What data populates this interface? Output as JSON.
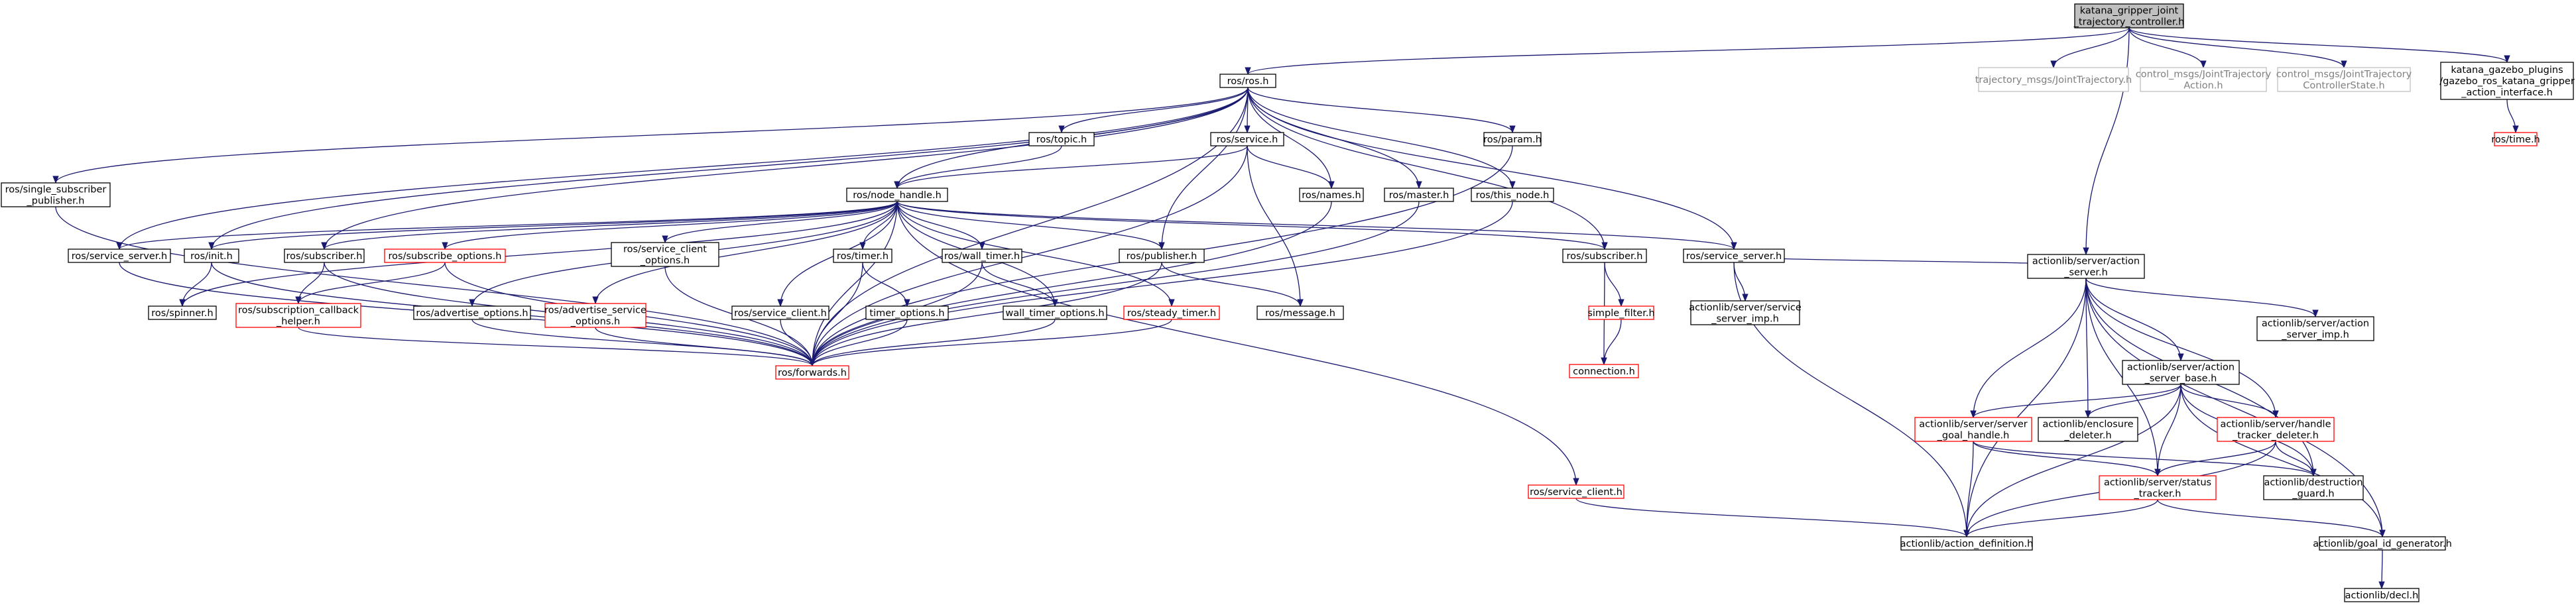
{
  "nodes": {
    "n0": {
      "lines": [
        "katana_gripper_joint",
        "_trajectory_controller.h"
      ],
      "style": "root"
    },
    "n1": {
      "lines": [
        "ros/ros.h"
      ],
      "style": "black"
    },
    "n2": {
      "lines": [
        "trajectory_msgs/JointTrajectory.h"
      ],
      "style": "gray"
    },
    "n3": {
      "lines": [
        "control_msgs/JointTrajectory",
        "Action.h"
      ],
      "style": "gray"
    },
    "n4": {
      "lines": [
        "control_msgs/JointTrajectory",
        "ControllerState.h"
      ],
      "style": "gray"
    },
    "n5": {
      "lines": [
        "katana_gazebo_plugins",
        "/gazebo_ros_katana_gripper",
        "_action_interface.h"
      ],
      "style": "black"
    },
    "n6": {
      "lines": [
        "ros/time.h"
      ],
      "style": "red"
    },
    "n7": {
      "lines": [
        "ros/single_subscriber",
        "_publisher.h"
      ],
      "style": "black"
    },
    "n8": {
      "lines": [
        "ros/topic.h"
      ],
      "style": "black"
    },
    "n9": {
      "lines": [
        "ros/service.h"
      ],
      "style": "black"
    },
    "n10": {
      "lines": [
        "ros/param.h"
      ],
      "style": "black"
    },
    "n11": {
      "lines": [
        "ros/node_handle.h"
      ],
      "style": "black"
    },
    "n12": {
      "lines": [
        "ros/names.h"
      ],
      "style": "black"
    },
    "n13": {
      "lines": [
        "ros/master.h"
      ],
      "style": "black"
    },
    "n14": {
      "lines": [
        "ros/this_node.h"
      ],
      "style": "black"
    },
    "n15": {
      "lines": [
        "ros/service_server.h"
      ],
      "style": "black"
    },
    "n16": {
      "lines": [
        "ros/init.h"
      ],
      "style": "black"
    },
    "n17": {
      "lines": [
        "ros/subscriber.h"
      ],
      "style": "black"
    },
    "n18": {
      "lines": [
        "ros/subscribe_options.h"
      ],
      "style": "red"
    },
    "n19": {
      "lines": [
        "ros/service_client",
        "_options.h"
      ],
      "style": "black"
    },
    "n20": {
      "lines": [
        "ros/timer.h"
      ],
      "style": "black"
    },
    "n21": {
      "lines": [
        "ros/wall_timer.h"
      ],
      "style": "black"
    },
    "n22": {
      "lines": [
        "ros/publisher.h"
      ],
      "style": "black"
    },
    "n23": {
      "lines": [
        "ros/subscriber.h"
      ],
      "style": "black"
    },
    "n24": {
      "lines": [
        "ros/service_server.h"
      ],
      "style": "black"
    },
    "n25": {
      "lines": [
        "ros/spinner.h"
      ],
      "style": "black"
    },
    "n26": {
      "lines": [
        "ros/subscription_callback",
        "_helper.h"
      ],
      "style": "red"
    },
    "n27": {
      "lines": [
        "ros/advertise_options.h"
      ],
      "style": "black"
    },
    "n28": {
      "lines": [
        "ros/advertise_service",
        "_options.h"
      ],
      "style": "red"
    },
    "n29": {
      "lines": [
        "ros/service_client.h"
      ],
      "style": "black"
    },
    "n30": {
      "lines": [
        "timer_options.h"
      ],
      "style": "black"
    },
    "n31": {
      "lines": [
        "wall_timer_options.h"
      ],
      "style": "black"
    },
    "n32": {
      "lines": [
        "ros/steady_timer.h"
      ],
      "style": "red"
    },
    "n33": {
      "lines": [
        "ros/message.h"
      ],
      "style": "black"
    },
    "n34": {
      "lines": [
        "simple_filter.h"
      ],
      "style": "red"
    },
    "n35": {
      "lines": [
        "actionlib/server/service",
        "_server_imp.h"
      ],
      "style": "black"
    },
    "n36": {
      "lines": [
        "ros/forwards.h"
      ],
      "style": "red"
    },
    "n37": {
      "lines": [
        "connection.h"
      ],
      "style": "red"
    },
    "n38": {
      "lines": [
        "actionlib/server/action",
        "_server.h"
      ],
      "style": "black"
    },
    "n39": {
      "lines": [
        "actionlib/server/action",
        "_server_base.h"
      ],
      "style": "black"
    },
    "n40": {
      "lines": [
        "actionlib/server/action",
        "_server_imp.h"
      ],
      "style": "black"
    },
    "n41": {
      "lines": [
        "actionlib/server/server",
        "_goal_handle.h"
      ],
      "style": "red"
    },
    "n42": {
      "lines": [
        "actionlib/enclosure",
        "_deleter.h"
      ],
      "style": "black"
    },
    "n43": {
      "lines": [
        "actionlib/server/handle",
        "_tracker_deleter.h"
      ],
      "style": "red"
    },
    "n44": {
      "lines": [
        "actionlib/server/status",
        "_tracker.h"
      ],
      "style": "red"
    },
    "n45": {
      "lines": [
        "actionlib/destruction",
        "_guard.h"
      ],
      "style": "black"
    },
    "n46": {
      "lines": [
        "ros/service_client.h"
      ],
      "style": "red"
    },
    "n47": {
      "lines": [
        "actionlib/action_definition.h"
      ],
      "style": "black"
    },
    "n48": {
      "lines": [
        "actionlib/goal_id_generator.h"
      ],
      "style": "black"
    },
    "n49": {
      "lines": [
        "actionlib/decl.h"
      ],
      "style": "black"
    }
  },
  "edges": [
    [
      "n0",
      "n1"
    ],
    [
      "n0",
      "n2"
    ],
    [
      "n0",
      "n3"
    ],
    [
      "n0",
      "n4"
    ],
    [
      "n0",
      "n5"
    ],
    [
      "n0",
      "n38"
    ],
    [
      "n5",
      "n6"
    ],
    [
      "n1",
      "n7"
    ],
    [
      "n1",
      "n8"
    ],
    [
      "n1",
      "n9"
    ],
    [
      "n1",
      "n10"
    ],
    [
      "n1",
      "n11"
    ],
    [
      "n1",
      "n12"
    ],
    [
      "n1",
      "n13"
    ],
    [
      "n1",
      "n14"
    ],
    [
      "n1",
      "n15"
    ],
    [
      "n1",
      "n16"
    ],
    [
      "n1",
      "n17"
    ],
    [
      "n1",
      "n22"
    ],
    [
      "n1",
      "n23"
    ],
    [
      "n1",
      "n24"
    ],
    [
      "n1",
      "n36"
    ],
    [
      "n7",
      "n36"
    ],
    [
      "n8",
      "n11"
    ],
    [
      "n9",
      "n11"
    ],
    [
      "n9",
      "n12"
    ],
    [
      "n9",
      "n33"
    ],
    [
      "n9",
      "n36"
    ],
    [
      "n10",
      "n36"
    ],
    [
      "n11",
      "n15"
    ],
    [
      "n11",
      "n16"
    ],
    [
      "n11",
      "n17"
    ],
    [
      "n11",
      "n18"
    ],
    [
      "n11",
      "n19"
    ],
    [
      "n11",
      "n20"
    ],
    [
      "n11",
      "n21"
    ],
    [
      "n11",
      "n22"
    ],
    [
      "n11",
      "n23"
    ],
    [
      "n11",
      "n24"
    ],
    [
      "n11",
      "n25"
    ],
    [
      "n11",
      "n27"
    ],
    [
      "n11",
      "n28"
    ],
    [
      "n11",
      "n29"
    ],
    [
      "n11",
      "n31"
    ],
    [
      "n11",
      "n32"
    ],
    [
      "n11",
      "n36"
    ],
    [
      "n11",
      "n46"
    ],
    [
      "n12",
      "n36"
    ],
    [
      "n13",
      "n36"
    ],
    [
      "n14",
      "n36"
    ],
    [
      "n15",
      "n36"
    ],
    [
      "n16",
      "n25"
    ],
    [
      "n16",
      "n36"
    ],
    [
      "n17",
      "n26"
    ],
    [
      "n17",
      "n36"
    ],
    [
      "n18",
      "n26"
    ],
    [
      "n18",
      "n36"
    ],
    [
      "n19",
      "n36"
    ],
    [
      "n20",
      "n30"
    ],
    [
      "n20",
      "n36"
    ],
    [
      "n21",
      "n31"
    ],
    [
      "n21",
      "n36"
    ],
    [
      "n22",
      "n33"
    ],
    [
      "n22",
      "n36"
    ],
    [
      "n23",
      "n34"
    ],
    [
      "n23",
      "n37"
    ],
    [
      "n24",
      "n35"
    ],
    [
      "n24",
      "n38"
    ],
    [
      "n24",
      "n47"
    ],
    [
      "n26",
      "n36"
    ],
    [
      "n27",
      "n36"
    ],
    [
      "n28",
      "n36"
    ],
    [
      "n29",
      "n36"
    ],
    [
      "n30",
      "n36"
    ],
    [
      "n31",
      "n36"
    ],
    [
      "n32",
      "n36"
    ],
    [
      "n34",
      "n37"
    ],
    [
      "n46",
      "n47"
    ],
    [
      "n38",
      "n39"
    ],
    [
      "n38",
      "n40"
    ],
    [
      "n38",
      "n41"
    ],
    [
      "n38",
      "n42"
    ],
    [
      "n38",
      "n43"
    ],
    [
      "n38",
      "n44"
    ],
    [
      "n38",
      "n45"
    ],
    [
      "n38",
      "n47"
    ],
    [
      "n38",
      "n48"
    ],
    [
      "n39",
      "n41"
    ],
    [
      "n39",
      "n42"
    ],
    [
      "n39",
      "n43"
    ],
    [
      "n39",
      "n44"
    ],
    [
      "n39",
      "n45"
    ],
    [
      "n39",
      "n47"
    ],
    [
      "n39",
      "n48"
    ],
    [
      "n41",
      "n44"
    ],
    [
      "n41",
      "n45"
    ],
    [
      "n41",
      "n47"
    ],
    [
      "n43",
      "n44"
    ],
    [
      "n43",
      "n45"
    ],
    [
      "n43",
      "n47"
    ],
    [
      "n44",
      "n47"
    ],
    [
      "n44",
      "n48"
    ],
    [
      "n48",
      "n49"
    ]
  ],
  "colors": {
    "edge": "#191970",
    "root_fill": "#bfbfbf",
    "black_border": "#000000",
    "red_border": "#ff0000",
    "gray_border": "#bfbfbf",
    "gray_text": "#808080"
  }
}
